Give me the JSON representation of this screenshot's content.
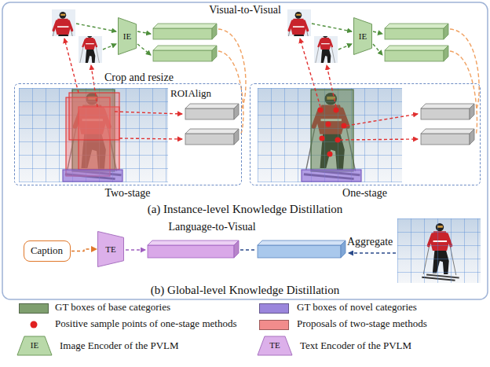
{
  "diagram": {
    "nodes": [
      {
        "text": [
          "IE"
        ]
      },
      {
        "text": [
          "IE"
        ]
      },
      {
        "text": [
          "Two-stage"
        ]
      },
      {
        "text": [
          "One-stage"
        ]
      },
      {
        "text": [
          "Caption"
        ]
      },
      {
        "text": [
          "TE"
        ]
      }
    ],
    "edges": [
      {
        "from": 4,
        "to": 5,
        "arrow": "to"
      }
    ],
    "labels": [
      "Visual-to-Visual",
      "Crop and resize",
      "ROIAlign",
      "(a) Instance-level Knowledge Distillation",
      "Language-to-Visual",
      "Aggregate",
      "(b) Global-level Knowledge Distillation",
      "IE",
      "TE"
    ],
    "legend": [
      {
        "text": "GT boxes of base categories",
        "color": "#7f9f6f"
      },
      {
        "text": "GT boxes of novel categories",
        "color": "#9b86dc"
      },
      {
        "text": "Positive sample points of one-stage methods"
      },
      {
        "text": "Proposals of two-stage methods",
        "color": "#f28c8c"
      },
      {
        "text": "Image Encoder of the PVLM"
      },
      {
        "text": "Text Encoder of the PVLM"
      }
    ]
  }
}
